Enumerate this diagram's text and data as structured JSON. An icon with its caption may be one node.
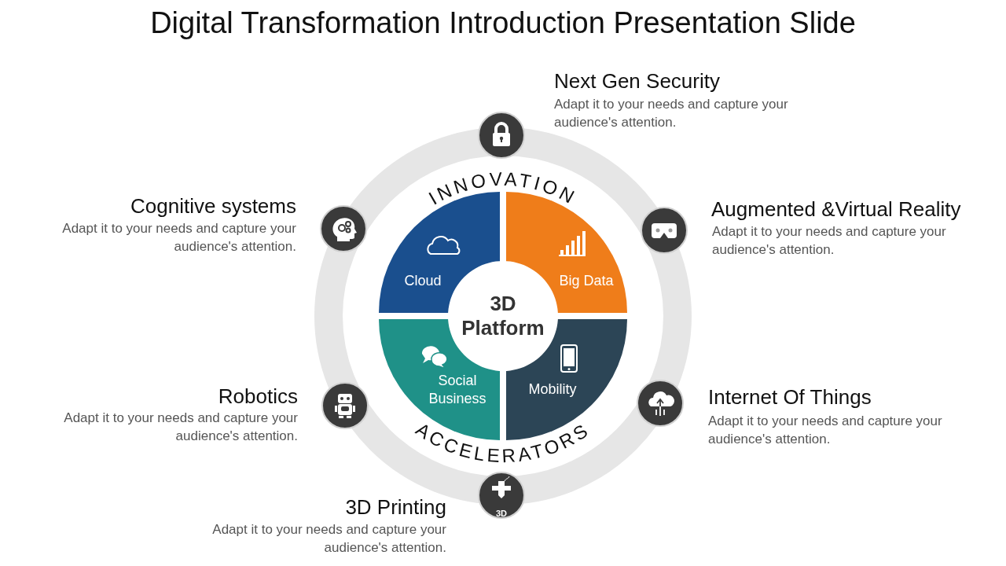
{
  "diagram": {
    "title": "Digital Transformation Introduction Presentation Slide",
    "nodes": [
      {
        "text": [
          "Cloud"
        ]
      },
      {
        "text": [
          "Big Data"
        ]
      },
      {
        "text": [
          "Social Business"
        ]
      },
      {
        "text": [
          "Mobility"
        ]
      },
      {
        "text": [
          "3D Platform"
        ]
      }
    ],
    "labels": [
      "Next Gen Security",
      "Adapt it to your needs and capture your audience's attention.",
      "INNOVATION",
      "Cognitive systems",
      "Adapt it to your needs and capture your audience's attention.",
      "Augmented &Virtual Reality",
      "Adapt it to your needs and capture your audience's attention.",
      "Robotics",
      "Adapt it to your needs and capture your audience's attention.",
      "Internet Of Things",
      "Adapt it to your needs and capture your audience's attention.",
      "ACCELERATORS",
      "3D",
      "3D Printing",
      "Adapt it to your needs and capture your audience's attention."
    ]
  }
}
